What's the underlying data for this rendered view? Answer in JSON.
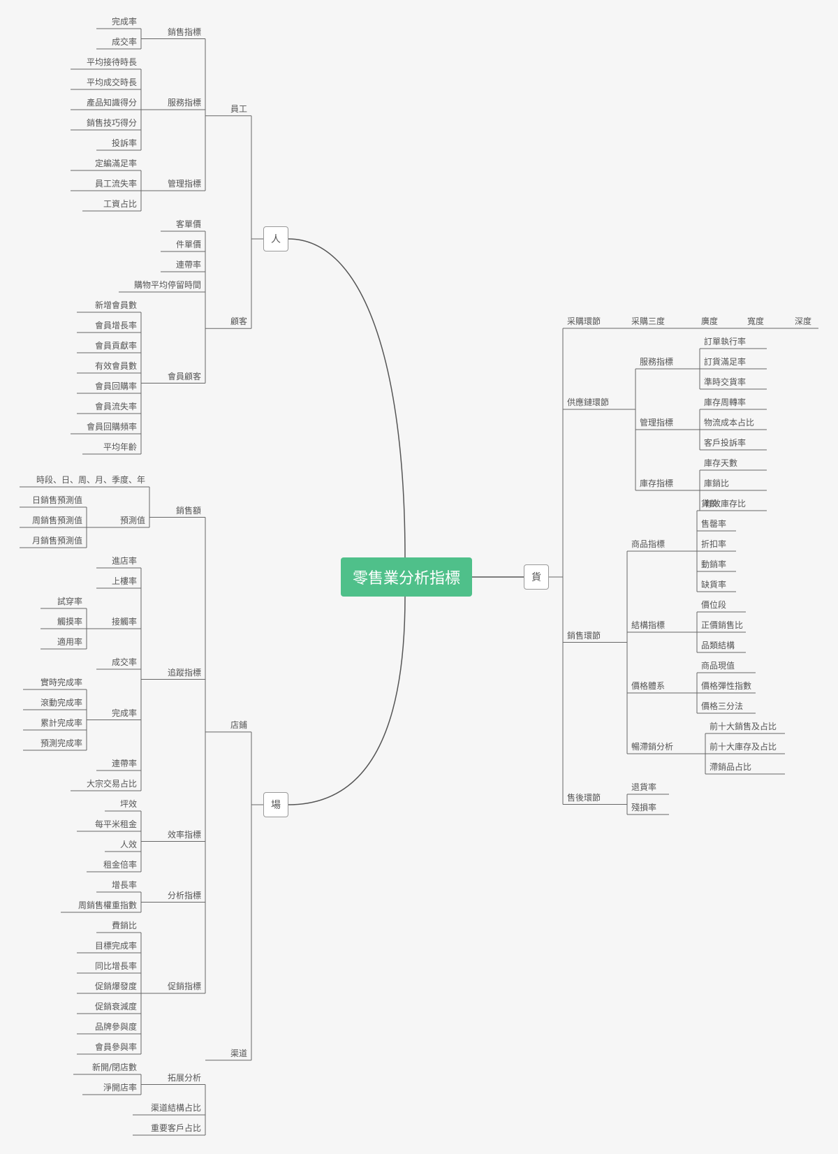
{
  "root": "零售業分析指標",
  "people": {
    "label": "人",
    "staff": {
      "label": "員工",
      "sales_metrics": {
        "label": "銷售指標",
        "items": [
          "完成率",
          "成交率"
        ]
      },
      "service_metrics": {
        "label": "服務指標",
        "items": [
          "平均接待時長",
          "平均成交時長",
          "產品知識得分",
          "銷售技巧得分",
          "投訴率"
        ]
      },
      "mgmt_metrics": {
        "label": "管理指標",
        "items": [
          "定編滿足率",
          "員工流失率",
          "工資占比"
        ]
      }
    },
    "customers": {
      "label": "顧客",
      "direct": [
        "客單價",
        "件單價",
        "連帶率",
        "購物平均停留時間"
      ],
      "members": {
        "label": "會員顧客",
        "items": [
          "新增會員數",
          "會員增長率",
          "會員貢獻率",
          "有效會員數",
          "會員回購率",
          "會員流失率",
          "會員回購頻率",
          "平均年齡"
        ]
      }
    }
  },
  "place": {
    "label": "場",
    "store": {
      "label": "店鋪",
      "sales_amount": {
        "label": "銷售額",
        "period": "時段、日、周、月、季度、年",
        "forecast": {
          "label": "預測值",
          "items": [
            "日銷售預測值",
            "周銷售預測值",
            "月銷售預測值"
          ]
        }
      },
      "tracking": {
        "label": "追蹤指標",
        "entry": "進店率",
        "upstairs": "上樓率",
        "contact": {
          "label": "接觸率",
          "items": [
            "試穿率",
            "觸摸率",
            "適用率"
          ]
        },
        "deal": "成交率",
        "completion": {
          "label": "完成率",
          "items": [
            "實時完成率",
            "滾動完成率",
            "累計完成率",
            "預測完成率"
          ]
        },
        "joint": "連帶率",
        "bulk": "大宗交易占比"
      },
      "efficiency": {
        "label": "效率指標",
        "items": [
          "坪效",
          "每平米租金",
          "人效",
          "租金倍率"
        ]
      },
      "analysis": {
        "label": "分析指標",
        "items": [
          "增長率",
          "周銷售權重指數"
        ]
      },
      "promotion": {
        "label": "促銷指標",
        "items": [
          "費銷比",
          "目標完成率",
          "同比增長率",
          "促銷爆發度",
          "促銷衰減度",
          "品牌參與度",
          "會員參與率"
        ]
      }
    },
    "channel": {
      "label": "渠道",
      "expansion": {
        "label": "拓展分析",
        "items": [
          "新開/閉店數",
          "淨開店率"
        ]
      },
      "direct": [
        "渠道結構占比",
        "重要客戶占比"
      ]
    }
  },
  "goods": {
    "label": "貨",
    "purchase": {
      "label": "采購環節",
      "three": "采購三度",
      "items": [
        "廣度",
        "寬度",
        "深度"
      ]
    },
    "supply": {
      "label": "供應鏈環節",
      "service": {
        "label": "服務指標",
        "items": [
          "訂單執行率",
          "訂貨滿足率",
          "準時交貨率"
        ]
      },
      "mgmt": {
        "label": "管理指標",
        "items": [
          "庫存周轉率",
          "物流成本占比",
          "客戶投訴率"
        ]
      },
      "inventory": {
        "label": "庫存指標",
        "items": [
          "庫存天數",
          "庫銷比",
          "有效庫存比"
        ]
      }
    },
    "sales": {
      "label": "銷售環節",
      "product": {
        "label": "商品指標",
        "items": [
          "貨齡",
          "售罄率",
          "折扣率",
          "動銷率",
          "缺貨率"
        ]
      },
      "structure": {
        "label": "結構指標",
        "items": [
          "價位段",
          "正價銷售比",
          "品類結構"
        ]
      },
      "price": {
        "label": "價格體系",
        "items": [
          "商品現值",
          "價格彈性指數",
          "價格三分法"
        ]
      },
      "slow": {
        "label": "暢滯銷分析",
        "items": [
          "前十大銷售及占比",
          "前十大庫存及占比",
          "滯銷品占比"
        ]
      }
    },
    "aftersale": {
      "label": "售後環節",
      "items": [
        "退貨率",
        "殘損率"
      ]
    }
  }
}
